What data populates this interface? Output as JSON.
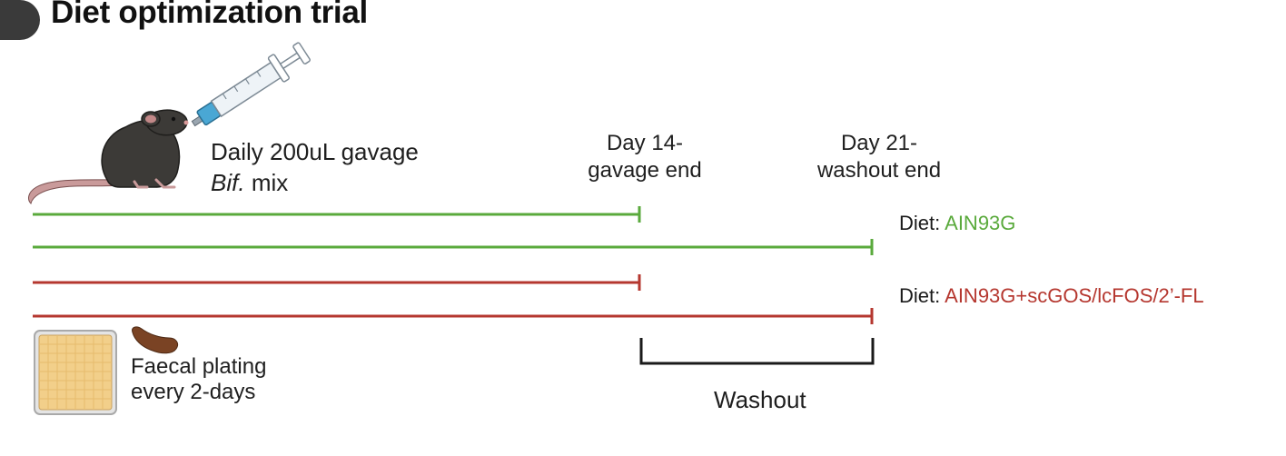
{
  "panel": {
    "title": "Diet optimization trial"
  },
  "labels": {
    "gavage_line1": "Daily 200uL gavage",
    "gavage_species": "Bif.",
    "gavage_mix": "mix",
    "day14_line1": "Day 14-",
    "day14_line2": "gavage end",
    "day21_line1": "Day 21-",
    "day21_line2": "washout end",
    "plating_line1": "Faecal plating",
    "plating_line2": "every 2-days",
    "washout": "Washout"
  },
  "diets": [
    {
      "prefix": "Diet: ",
      "value": "AIN93G",
      "color": "#5aaa3c"
    },
    {
      "prefix": "Diet: ",
      "value": "AIN93G+scGOS/lcFOS/2’-FL",
      "color": "#b5372f"
    }
  ],
  "colors": {
    "green": "#5aaa3c",
    "red": "#b5372f",
    "bracket": "#1a1a1a"
  },
  "icons": [
    "mouse-icon",
    "syringe-icon",
    "agar-plate-icon",
    "faeces-icon"
  ]
}
